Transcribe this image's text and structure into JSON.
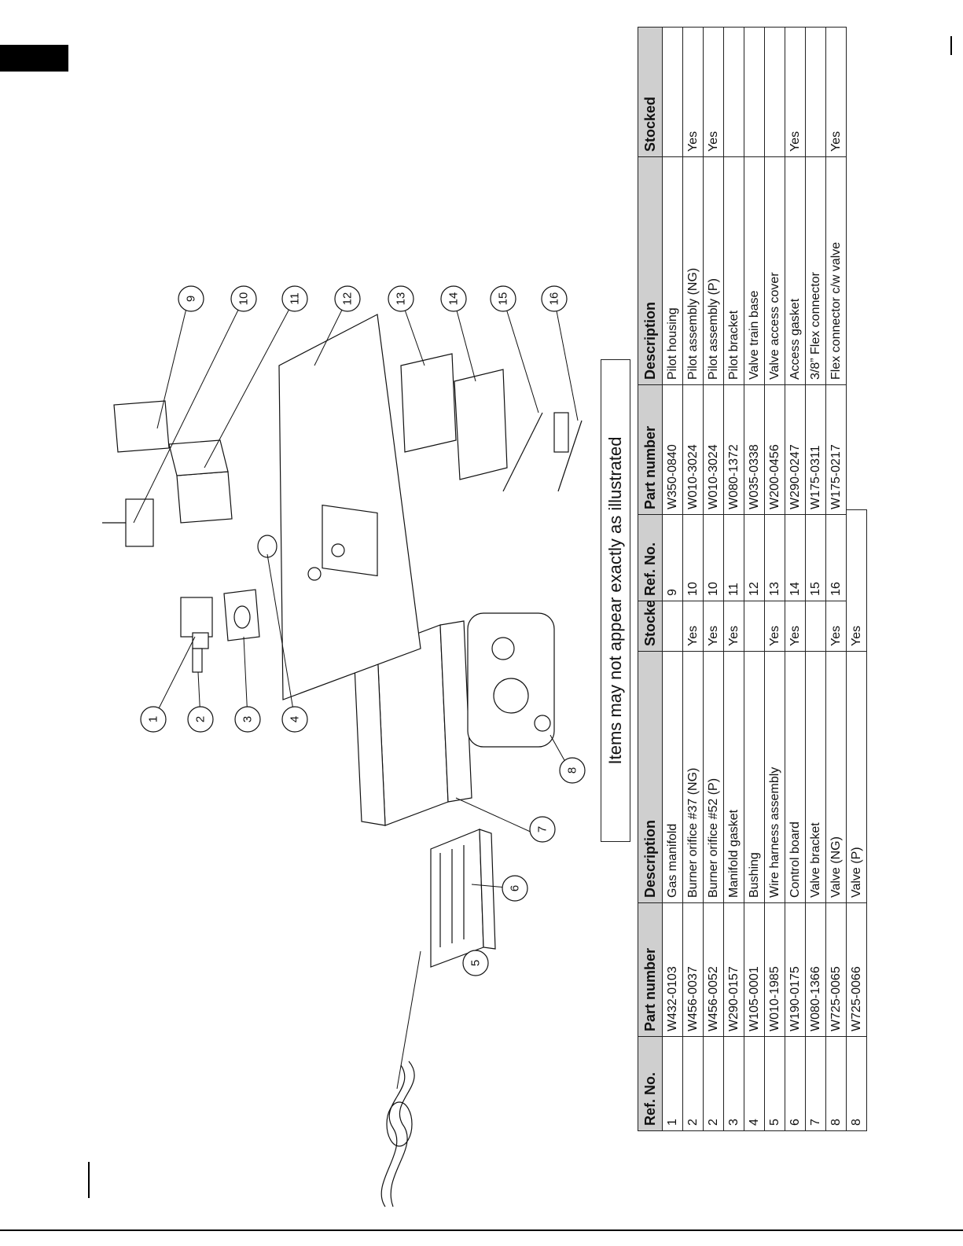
{
  "note": "Items may not appear exactly as illustrated",
  "table_columns": [
    "Ref. No.",
    "Part number",
    "Description",
    "Stocked"
  ],
  "table_left": [
    {
      "ref": "1",
      "part": "W432-0103",
      "desc": "Gas manifold",
      "stocked": ""
    },
    {
      "ref": "2",
      "part": "W456-0037",
      "desc": "Burner orifice #37 (NG)",
      "stocked": "Yes"
    },
    {
      "ref": "2",
      "part": "W456-0052",
      "desc": "Burner orifice #52 (P)",
      "stocked": "Yes"
    },
    {
      "ref": "3",
      "part": "W290-0157",
      "desc": "Manifold gasket",
      "stocked": "Yes"
    },
    {
      "ref": "4",
      "part": "W105-0001",
      "desc": "Bushing",
      "stocked": ""
    },
    {
      "ref": "5",
      "part": "W010-1985",
      "desc": "Wire harness assembly",
      "stocked": "Yes"
    },
    {
      "ref": "6",
      "part": "W190-0175",
      "desc": "Control board",
      "stocked": "Yes"
    },
    {
      "ref": "7",
      "part": "W080-1366",
      "desc": "Valve bracket",
      "stocked": ""
    },
    {
      "ref": "8",
      "part": "W725-0065",
      "desc": "Valve (NG)",
      "stocked": "Yes"
    },
    {
      "ref": "8",
      "part": "W725-0066",
      "desc": "Valve (P)",
      "stocked": "Yes"
    }
  ],
  "table_right": [
    {
      "ref": "9",
      "part": "W350-0840",
      "desc": "Pilot housing",
      "stocked": ""
    },
    {
      "ref": "10",
      "part": "W010-3024",
      "desc": "Pilot assembly (NG)",
      "stocked": "Yes"
    },
    {
      "ref": "10",
      "part": "W010-3024",
      "desc": "Pilot assembly (P)",
      "stocked": "Yes"
    },
    {
      "ref": "11",
      "part": "W080-1372",
      "desc": "Pilot bracket",
      "stocked": ""
    },
    {
      "ref": "12",
      "part": "W035-0338",
      "desc": "Valve train base",
      "stocked": ""
    },
    {
      "ref": "13",
      "part": "W200-0456",
      "desc": "Valve access cover",
      "stocked": ""
    },
    {
      "ref": "14",
      "part": "W290-0247",
      "desc": "Access gasket",
      "stocked": "Yes"
    },
    {
      "ref": "15",
      "part": "W175-0311",
      "desc": "3/8” Flex connector",
      "stocked": ""
    },
    {
      "ref": "16",
      "part": "W175-0217",
      "desc": "Flex connector c/w valve",
      "stocked": "Yes"
    }
  ],
  "callouts": [
    "1",
    "2",
    "3",
    "4",
    "5",
    "6",
    "7",
    "8",
    "9",
    "10",
    "11",
    "12",
    "13",
    "14",
    "15",
    "16"
  ]
}
